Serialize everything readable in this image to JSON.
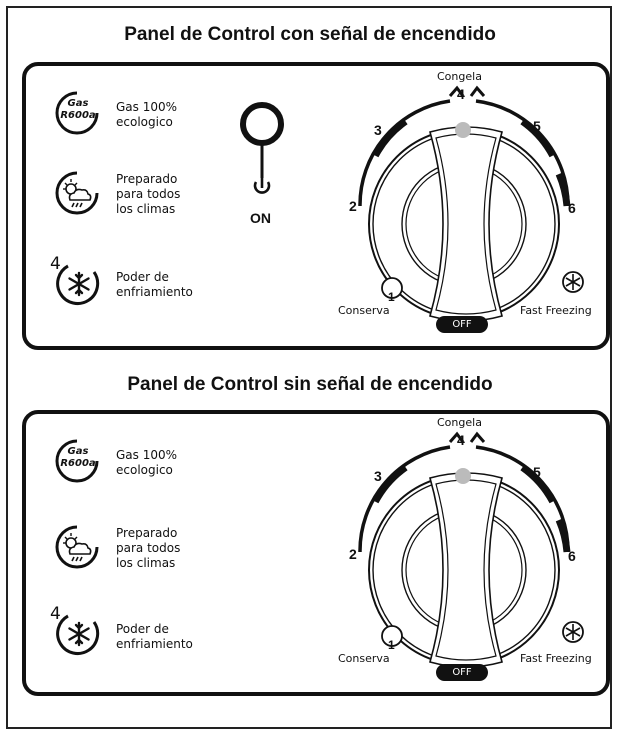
{
  "panel_with_signal": {
    "title": "Panel de Control con señal de encendido",
    "features": [
      {
        "icon": "gas-r600a-icon",
        "badge": "Gas R600a",
        "badge_line1": "Gas",
        "badge_line2": "R600a",
        "lines": [
          "Gas 100%",
          "ecologico"
        ]
      },
      {
        "icon": "weather-icon",
        "lines": [
          "Preparado",
          "para todos",
          "los climas"
        ]
      },
      {
        "icon": "snowflake-power-icon",
        "badge_number": "4",
        "lines": [
          "Poder de",
          "enfriamiento"
        ]
      }
    ],
    "indicator_label": "ON",
    "dial": {
      "top_label": "Congela",
      "numbers": [
        "1",
        "2",
        "3",
        "4",
        "5",
        "6"
      ],
      "left_label": "Conserva",
      "right_label": "Fast Freezing",
      "off_label": "OFF"
    }
  },
  "panel_without_signal": {
    "title": "Panel de Control sin señal de encendido",
    "features": [
      {
        "icon": "gas-r600a-icon",
        "badge": "Gas R600a",
        "badge_line1": "Gas",
        "badge_line2": "R600a",
        "lines": [
          "Gas 100%",
          "ecologico"
        ]
      },
      {
        "icon": "weather-icon",
        "lines": [
          "Preparado",
          "para todos",
          "los climas"
        ]
      },
      {
        "icon": "snowflake-power-icon",
        "badge_number": "4",
        "lines": [
          "Poder de",
          "enfriamiento"
        ]
      }
    ],
    "dial": {
      "top_label": "Congela",
      "numbers": [
        "1",
        "2",
        "3",
        "4",
        "5",
        "6"
      ],
      "left_label": "Conserva",
      "right_label": "Fast Freezing",
      "off_label": "OFF"
    }
  }
}
